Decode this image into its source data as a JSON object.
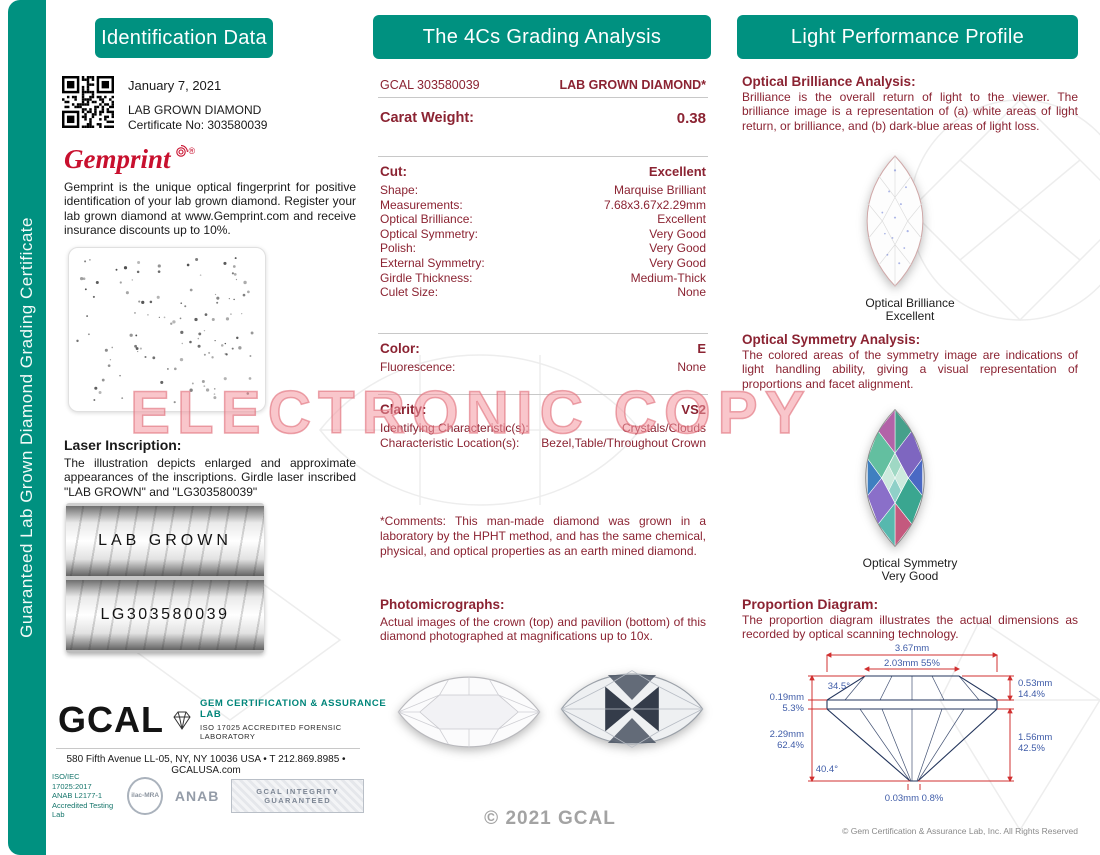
{
  "page": {
    "sidebar_title": "Guaranteed Lab Grown Diamond Grading Certificate",
    "watermark": "ELECTRONIC COPY",
    "footer_copyright": "© 2021 GCAL"
  },
  "colors": {
    "teal": "#009180",
    "maroon": "#8b2332",
    "gemprint_red": "#c8102e",
    "watermark_pink": "#f498a0",
    "diagram_blue": "#3f5ca8",
    "diagram_red": "#d03030",
    "diagram_navy": "#23355c"
  },
  "identification": {
    "header": "Identification Data",
    "date": "January 7, 2021",
    "diamond_type": "LAB GROWN DIAMOND",
    "certificate_no": "Certificate No: 303580039",
    "gemprint_logo": "Gemprint",
    "gemprint_reg": "®",
    "gemprint_text": "Gemprint is the unique optical fingerprint for positive identification of your lab grown diamond. Register your lab grown diamond at www.Gemprint.com and receive insurance discounts up to 10%.",
    "laser_title": "Laser Inscription:",
    "laser_text": "The illustration depicts enlarged and approximate appearances of the inscriptions. Girdle laser inscribed \"LAB GROWN\" and \"LG303580039\"",
    "inscription_line1": "LAB GROWN",
    "inscription_line2": "LG303580039",
    "gcal_logo": "GCAL",
    "gcal_tagline": "GEM CERTIFICATION & ASSURANCE LAB",
    "gcal_subtag": "ISO 17025 ACCREDITED FORENSIC LABORATORY",
    "address": "580 Fifth Avenue LL-05, NY, NY 10036 USA • T 212.869.8985 • GCALUSA.com",
    "accreditation": [
      "ISO/IEC 17025:2017",
      "ANAB L2177-1",
      "Accredited Testing Lab"
    ],
    "badge_ilac": "ilac-MRA",
    "badge_anab": "ANAB",
    "badge_integrity": "GCAL INTEGRITY GUARANTEED"
  },
  "grading": {
    "header": "The 4Cs Grading Analysis",
    "report_no": "GCAL 303580039",
    "diamond_type": "LAB GROWN DIAMOND*",
    "carat_label": "Carat Weight:",
    "carat_value": "0.38",
    "cut_label": "Cut:",
    "cut_value": "Excellent",
    "rows_cut": [
      {
        "label": "Shape:",
        "value": "Marquise Brilliant"
      },
      {
        "label": "Measurements:",
        "value": "7.68x3.67x2.29mm"
      },
      {
        "label": "Optical Brilliance:",
        "value": "Excellent"
      },
      {
        "label": "Optical Symmetry:",
        "value": "Very Good"
      },
      {
        "label": "Polish:",
        "value": "Very Good"
      },
      {
        "label": "External Symmetry:",
        "value": "Very Good"
      },
      {
        "label": "Girdle Thickness:",
        "value": "Medium-Thick"
      },
      {
        "label": "Culet Size:",
        "value": "None"
      }
    ],
    "color_label": "Color:",
    "color_value": "E",
    "fluorescence_label": "Fluorescence:",
    "fluorescence_value": "None",
    "clarity_label": "Clarity:",
    "clarity_value": "VS2",
    "rows_clarity": [
      {
        "label": "Identifying Characteristic(s):",
        "value": "Crystals/Clouds"
      },
      {
        "label": "Characteristic Location(s):",
        "value": "Bezel,Table/Throughout Crown"
      }
    ],
    "comments": "*Comments: This man-made diamond was grown in a laboratory by the HPHT method, and has the same chemical, physical, and optical properties as an earth mined diamond.",
    "photo_title": "Photomicrographs:",
    "photo_text": "Actual images of the crown (top) and pavilion (bottom) of this diamond photographed at magnifications up to 10x."
  },
  "light": {
    "header": "Light Performance Profile",
    "brilliance_title": "Optical Brilliance Analysis:",
    "brilliance_text": "Brilliance is the overall return of light to the viewer. The brilliance image is a representation of (a) white areas of light return, or brilliance, and (b) dark-blue areas of light loss.",
    "brilliance_caption": "Optical Brilliance",
    "brilliance_grade": "Excellent",
    "symmetry_title": "Optical Symmetry Analysis:",
    "symmetry_text": "The colored areas of the symmetry image are indications of light handling ability, giving a visual representation of proportions and facet alignment.",
    "symmetry_caption": "Optical Symmetry",
    "symmetry_grade": "Very Good",
    "proportion_title": "Proportion Diagram:",
    "proportion_text": "The proportion diagram illustrates the actual dimensions as recorded by optical scanning technology.",
    "diagram": {
      "total_width": "3.67mm",
      "table_width": "2.03mm 55%",
      "crown_angle": "34.5°",
      "crown_mm": "0.53mm",
      "crown_pct": "14.4%",
      "girdle_mm": "0.19mm",
      "girdle_pct": "5.3%",
      "depth_mm": "2.29mm",
      "depth_pct": "62.4%",
      "pavilion_mm": "1.56mm",
      "pavilion_pct": "42.5%",
      "pavilion_angle": "40.4°",
      "culet": "0.03mm 0.8%"
    },
    "footer": "© Gem Certification & Assurance Lab, Inc. All Rights Reserved"
  }
}
